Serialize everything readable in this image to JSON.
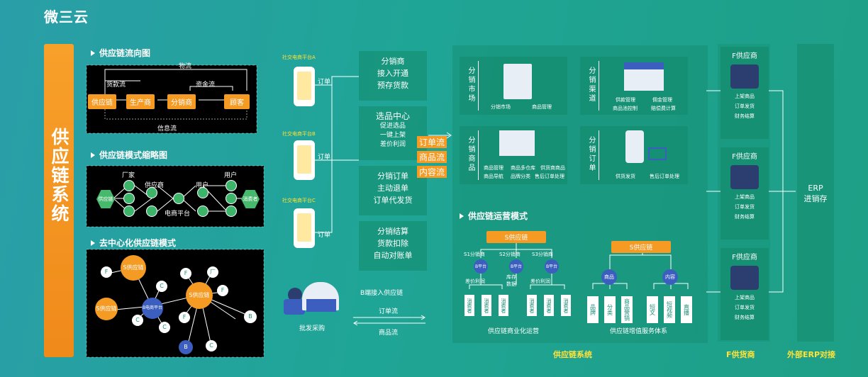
{
  "brand": {
    "name": "微三云"
  },
  "side_title": "供应链系统",
  "sections": {
    "flow": "供应链流向图",
    "pattern": "供应链模式缩略图",
    "decentral": "去中心化供应链模式",
    "ops": "供应链运营模式"
  },
  "flow_diagram": {
    "nodes": [
      "供应链",
      "生产商",
      "分销商",
      "顾客"
    ],
    "labels": {
      "logistics": "物流",
      "payment": "货款流",
      "funds": "资金流",
      "info": "信息流"
    }
  },
  "pattern_diagram": {
    "left": "供应链",
    "right": "消费者",
    "factory": "厂家",
    "supplier": "供应商",
    "user1": "用户",
    "user2": "用户",
    "platform": "电商平台"
  },
  "decentral_diagram": {
    "s_supply": "S供应链",
    "s_supply2": "S供应链",
    "s_supply3": "S供应链",
    "b_platform": "B电商平台",
    "f": "F",
    "c": "C",
    "b": "B",
    "factory": "厂"
  },
  "platforms": [
    {
      "name": "社交电商平台A",
      "order": "订单"
    },
    {
      "name": "社交电商平台B",
      "order": "订单"
    },
    {
      "name": "社交电商平台C",
      "order": "订单"
    }
  ],
  "mid_boxes": [
    [
      "分销商",
      "接入开通",
      "预存货款"
    ],
    [
      "选品中心",
      "促进选品",
      "一键上架",
      "差价利润"
    ],
    [
      "分销订单",
      "主动退单",
      "订单代发货"
    ],
    [
      "分销结算",
      "货款扣除",
      "自动对账单"
    ]
  ],
  "flows": {
    "order": "订单流",
    "product": "商品流",
    "content": "内容流"
  },
  "bulk": "批发采购",
  "b_access": "B端接入供应链",
  "bottom_flows": {
    "order": "订单流",
    "product": "商品流"
  },
  "top_panels": [
    {
      "title": "分销市场",
      "items": [
        "分销市场",
        "商品管理"
      ]
    },
    {
      "title": "分销渠道",
      "items": [
        "供款管理",
        "佣金管理",
        "商品池控制",
        "赔偿费计算"
      ]
    },
    {
      "title": "分销商品",
      "items": [
        "商品管理",
        "商品多仓库",
        "供货商商品",
        "商品导航",
        "品牌分类",
        "售后订单处理"
      ]
    },
    {
      "title": "分销订单",
      "items": [
        "供货发货",
        "售后订单处理"
      ]
    }
  ],
  "ops_left": {
    "root": "S供应链",
    "branches": [
      "S1分销商",
      "S2分销商",
      "S3分销商"
    ],
    "platform": "B平台",
    "sub_labels": [
      "差价利润",
      "库存数据",
      "差价利润"
    ],
    "leaves": [
      "消费者",
      "消费者",
      "消费者",
      "消费者",
      "消费者",
      "消费者"
    ],
    "caption": "供应链商业化运营"
  },
  "ops_right": {
    "root": "S供应链",
    "a": "商品",
    "b": "内容",
    "leaves": [
      "品牌",
      "分类",
      "商品营销",
      "短文",
      "短视频",
      "直播"
    ],
    "caption": "供应链增值服务体系"
  },
  "suppliers": [
    {
      "title": "F供应商",
      "items": [
        "上架商品",
        "订单发货",
        "财务结算"
      ]
    },
    {
      "title": "F供应商",
      "items": [
        "上架商品",
        "订单发货",
        "财务结算"
      ]
    },
    {
      "title": "F供应商",
      "items": [
        "上架商品",
        "订单发货",
        "财务结算"
      ]
    }
  ],
  "erp": {
    "line1": "ERP",
    "line2": "进销存"
  },
  "footers": {
    "system": "供应链系统",
    "supplier": "F供货商",
    "erp": "外部ERP对接"
  },
  "colors": {
    "orange": "#f59a23",
    "green_bg": "#1fa596",
    "blue_node": "#3c5fbf",
    "footer_yellow": "#ffe23a"
  }
}
